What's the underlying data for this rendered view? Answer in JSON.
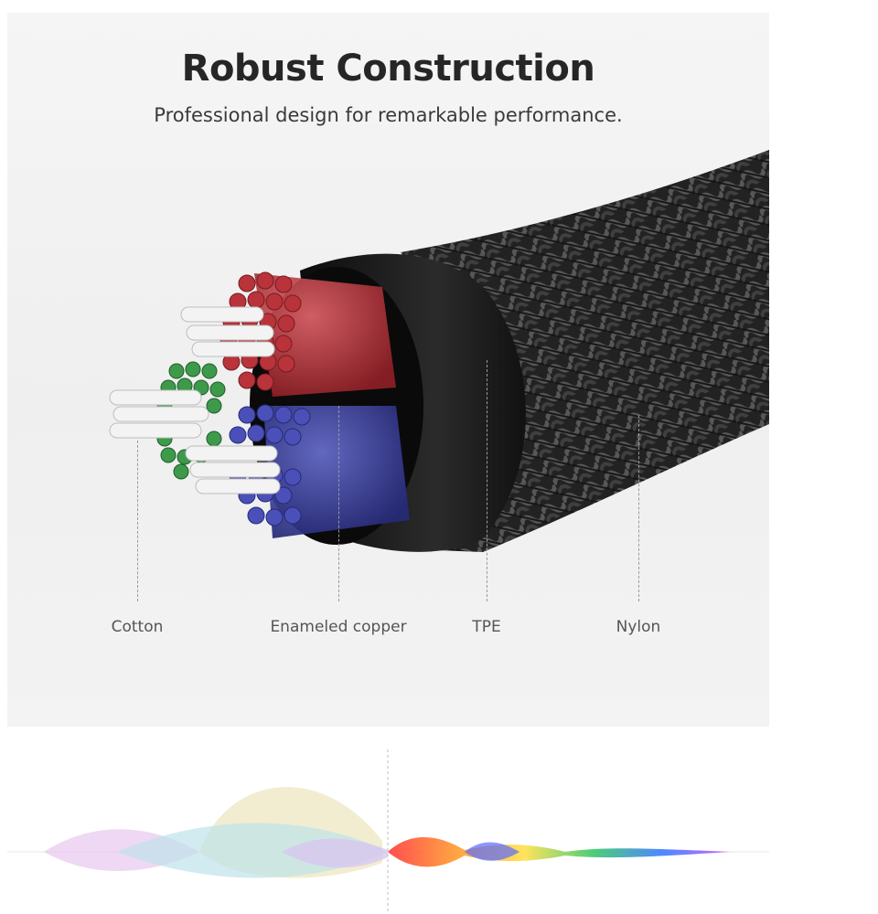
{
  "header": {
    "title": "Robust Construction",
    "subtitle": "Professional design for remarkable performance."
  },
  "layers": [
    {
      "label": "Cotton"
    },
    {
      "label": "Enameled copper"
    },
    {
      "label": "TPE"
    },
    {
      "label": "Nylon"
    }
  ],
  "colors": {
    "red_copper": "#c0373d",
    "blue_copper": "#3f45a8",
    "green_copper": "#3d9a4b",
    "cotton": "#f2f2f2",
    "tpe": "#161616",
    "nylon_braid": "#3a3a3a"
  }
}
